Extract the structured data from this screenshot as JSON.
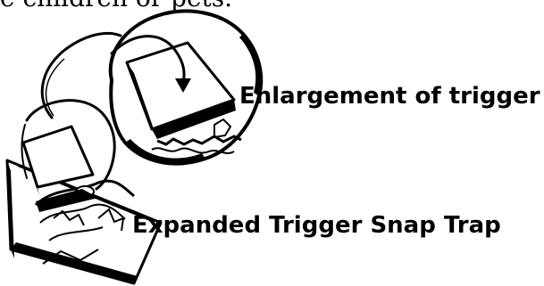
{
  "top_text": "e children or pets.",
  "labels": {
    "enlargement": "Enlargement of trigger",
    "expanded": "Expanded Trigger Snap Trap"
  },
  "colors": {
    "ink": "#000000",
    "paper": "#ffffff"
  }
}
